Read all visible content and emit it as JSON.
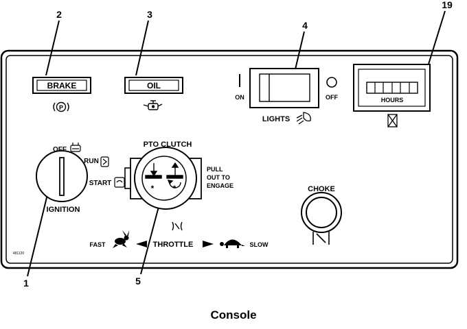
{
  "callouts": {
    "c1": "1",
    "c2": "2",
    "c3": "3",
    "c4": "4",
    "c5": "5",
    "c19": "19"
  },
  "indicators": {
    "brake": "BRAKE",
    "oil": "OIL"
  },
  "lights": {
    "on": "ON",
    "off": "OFF",
    "label": "LIGHTS"
  },
  "hour_meter": {
    "label": "HOURS"
  },
  "ignition": {
    "off": "OFF",
    "run": "RUN",
    "start": "START",
    "label": "IGNITION"
  },
  "pto": {
    "title": "PTO CLUTCH",
    "hint_line1": "PULL",
    "hint_line2": "OUT TO",
    "hint_line3": "ENGAGE"
  },
  "choke": {
    "label": "CHOKE"
  },
  "throttle": {
    "fast": "FAST",
    "label": "THROTTLE",
    "slow": "SLOW"
  },
  "part_number": "481120",
  "caption": "Console"
}
